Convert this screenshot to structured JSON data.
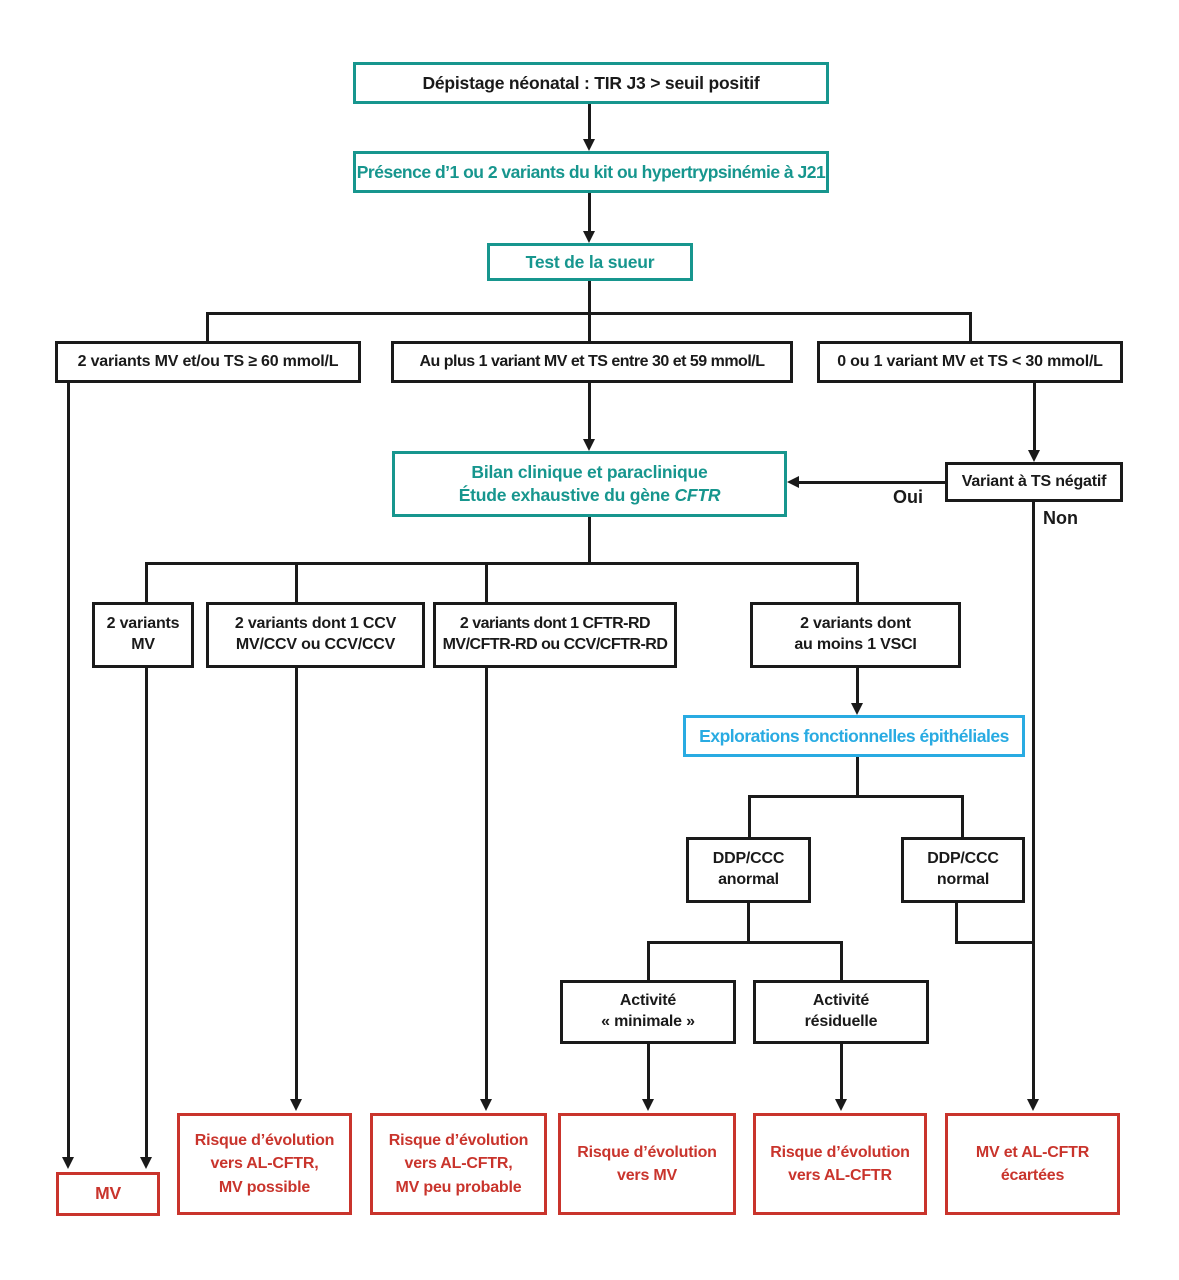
{
  "colors": {
    "teal": "#17968E",
    "blue": "#29ABE2",
    "red": "#C9342C",
    "line": "#1A1A1A"
  },
  "edge_labels": {
    "oui": "Oui",
    "non": "Non"
  },
  "nodes": {
    "depistage": {
      "text": "Dépistage néonatal : TIR J3 > seuil positif"
    },
    "presence": {
      "text": "Présence d’1 ou 2 variants du kit ou hypertrypsinémie à J21"
    },
    "sueur": {
      "text": "Test de la sueur"
    },
    "ts60": {
      "text": "2 variants MV et/ou TS ≥ 60 mmol/L"
    },
    "ts3059": {
      "text": "Au plus 1 variant MV et TS entre 30 et 59 mmol/L"
    },
    "ts30": {
      "text": "0 ou 1 variant MV et TS < 30 mmol/L"
    },
    "bilan": {
      "line1": "Bilan clinique et paraclinique",
      "line2_prefix": "Étude exhaustive du gène ",
      "gene": "CFTR"
    },
    "variant_ts_negatif": {
      "text": "Variant à TS négatif"
    },
    "mv2": {
      "text": "2 variants\nMV"
    },
    "ccv": {
      "text": "2 variants dont 1 CCV\nMV/CCV ou CCV/CCV"
    },
    "cftr_rd": {
      "text": "2 variants dont 1 CFTR-RD\nMV/CFTR-RD ou CCV/CFTR-RD"
    },
    "vsci": {
      "text": "2 variants dont\nau moins 1 VSCI"
    },
    "explorations": {
      "text": "Explorations fonctionnelles épithéliales"
    },
    "ddp_anormal": {
      "text": "DDP/CCC\nanormal"
    },
    "ddp_normal": {
      "text": "DDP/CCC\nnormal"
    },
    "act_minimale": {
      "text": "Activité\n« minimale »"
    },
    "act_residuelle": {
      "text": "Activité\nrésiduelle"
    },
    "mv_final": {
      "text": "MV"
    },
    "risque_al_cftr_mv_possible": {
      "text": "Risque d’évolution\nvers AL-CFTR,\nMV possible"
    },
    "risque_al_cftr_mv_peu_probable": {
      "text": "Risque d’évolution\nvers AL-CFTR,\nMV peu probable"
    },
    "risque_vers_mv": {
      "text": "Risque d’évolution\nvers MV"
    },
    "risque_vers_al_cftr": {
      "text": "Risque d’évolution\nvers AL-CFTR"
    },
    "mv_al_cftr_ecartees": {
      "text": "MV et AL-CFTR\nécartées"
    }
  }
}
